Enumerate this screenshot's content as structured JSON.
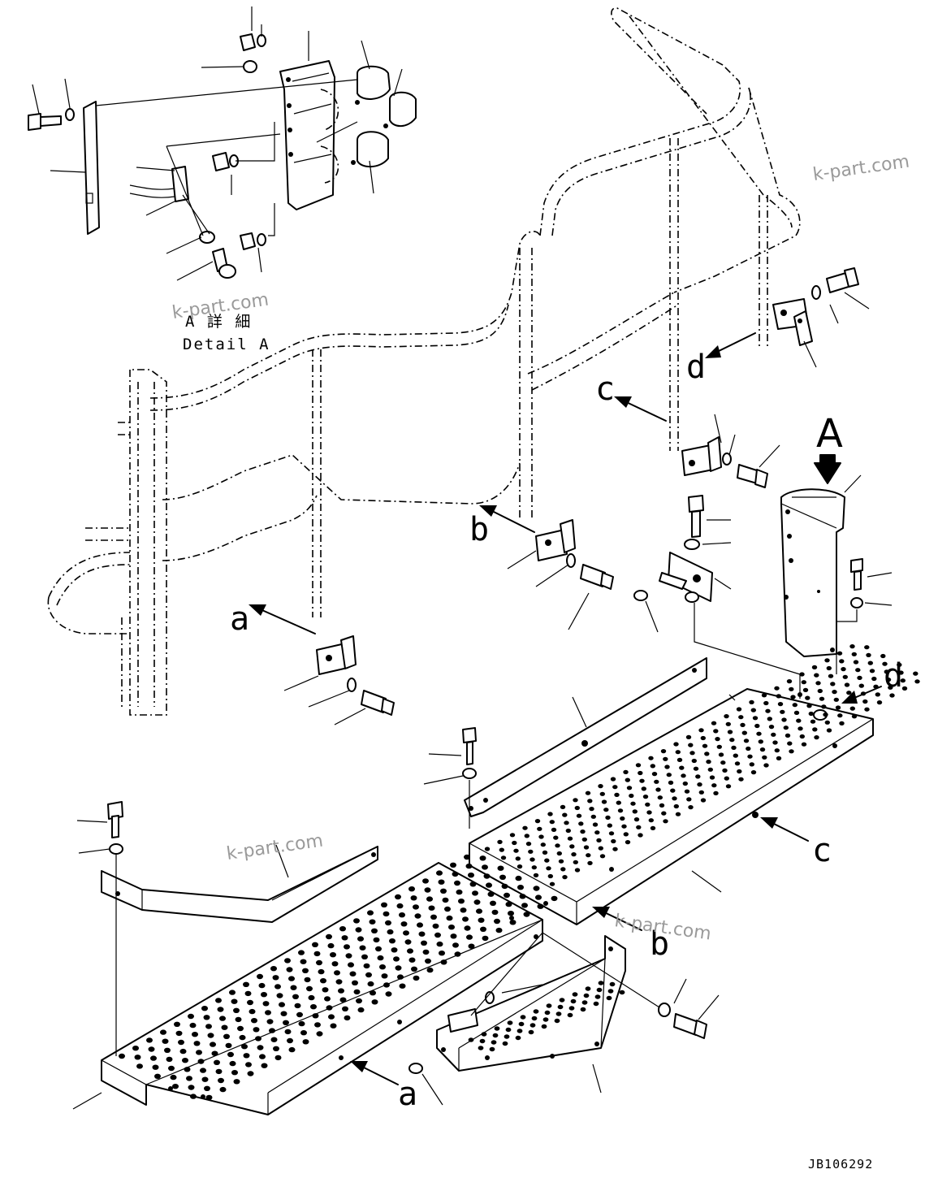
{
  "detail": {
    "japanese": "A 詳 細",
    "english": "Detail A"
  },
  "view_marker": "A",
  "ref_letters": {
    "a": "a",
    "b": "b",
    "c": "c",
    "d": "d"
  },
  "watermark": "k-part.com",
  "drawing_code": "JB106292"
}
